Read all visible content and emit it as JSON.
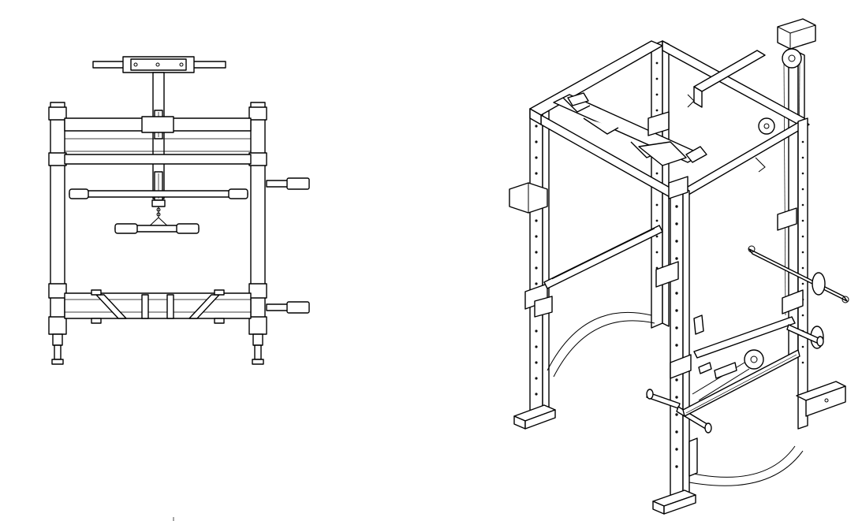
{
  "figure": {
    "views": [
      {
        "id": "front-elevation",
        "kind": "orthographic front view"
      },
      {
        "id": "isometric",
        "kind": "isometric 3d view"
      }
    ],
    "colors": {
      "line": "#000000",
      "background": "#ffffff"
    }
  }
}
